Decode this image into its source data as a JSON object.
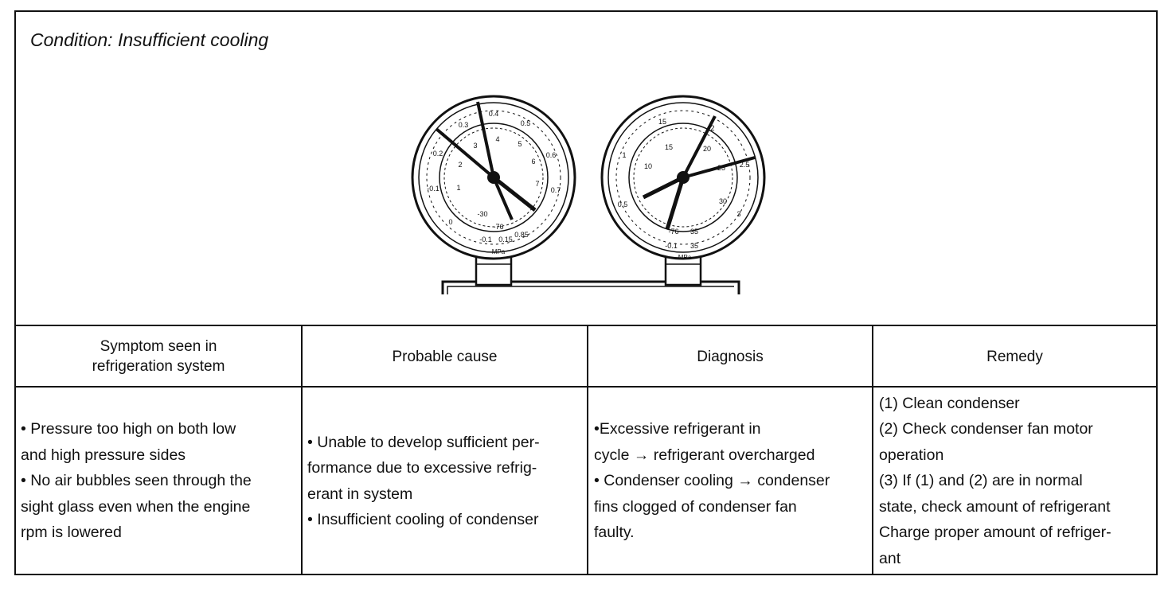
{
  "condition_title": "Condition: Insufficient cooling",
  "gauges": {
    "left": {
      "unit_label": "MPa",
      "outer_scale": [
        "0.4",
        "0.5",
        "0.6",
        "0.7",
        "0.3",
        "0.2",
        "-0.1",
        "0",
        "-0.1",
        "0.15",
        "0.85"
      ],
      "inner_scale": [
        "4",
        "5",
        "6",
        "7",
        "3",
        "2",
        "1",
        "-30",
        "-76"
      ]
    },
    "right": {
      "unit_label": "MPa",
      "outer_scale": [
        "15",
        "1",
        "2",
        "2.5",
        "3",
        "-0.1",
        "0.5",
        "35"
      ],
      "inner_scale": [
        "15",
        "10",
        "20",
        "25",
        "30",
        "-76",
        "35"
      ]
    }
  },
  "table": {
    "headers": {
      "symptom": [
        "Symptom seen in",
        "refrigeration system"
      ],
      "cause": "Probable cause",
      "diagnosis": "Diagnosis",
      "remedy": "Remedy"
    },
    "symptom_lines": [
      "• Pressure too high on both low",
      "and high pressure sides",
      "• No air bubbles seen through the",
      "sight glass even when the engine",
      "rpm is lowered"
    ],
    "cause_lines": [
      "• Unable to develop sufficient per-",
      "formance due to excessive refrig-",
      "erant in system",
      "• Insufficient cooling of condenser"
    ],
    "diagnosis_lines": [
      "•Excessive refrigerant in",
      "cycle → refrigerant overcharged",
      "• Condenser cooling → condenser",
      "fins clogged of condenser fan",
      "faulty."
    ],
    "remedy_lines": [
      "(1) Clean condenser",
      "(2) Check condenser fan motor",
      "operation",
      "(3) If (1) and (2) are in normal",
      "state, check amount of refrigerant",
      "Charge proper amount of refriger-",
      "ant"
    ]
  }
}
